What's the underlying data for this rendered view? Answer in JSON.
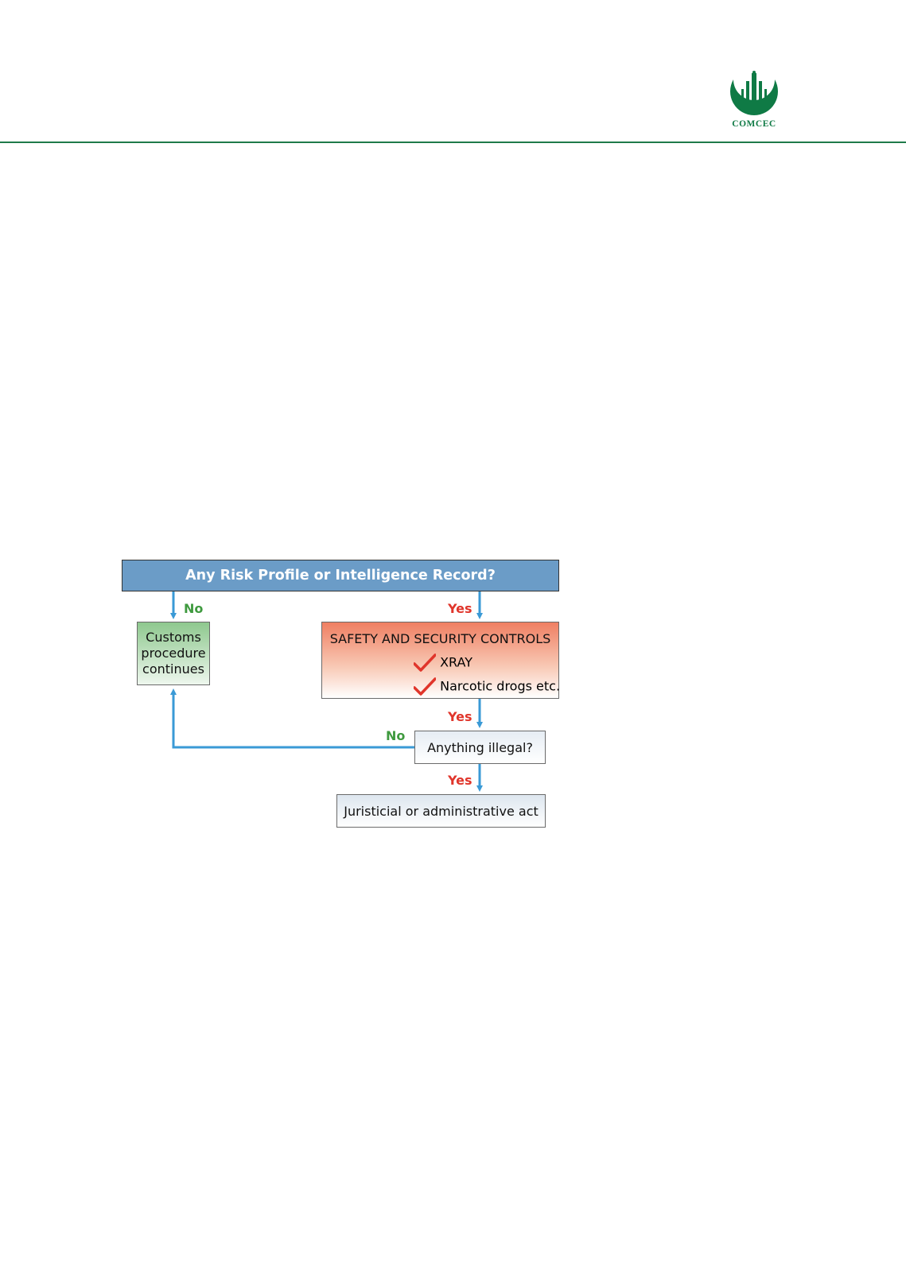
{
  "logo": {
    "text": "COMCEC",
    "brand_color": "#0f7a45"
  },
  "colors": {
    "rule": "#1f7a4a",
    "header_fill": "#6b9cc7",
    "arrow": "#3a9ad6",
    "no_label": "#3f9a3f",
    "yes_label": "#e0352b",
    "check": "#e0352b"
  },
  "diagram": {
    "nodes": {
      "start": {
        "text": "Any Risk Profile or Intelligence Record?"
      },
      "customs": {
        "lines": [
          "Customs",
          "procedure",
          "continues"
        ]
      },
      "safety": {
        "title": "SAFETY AND SECURITY CONTROLS",
        "items": [
          "XRAY",
          "Narcotic drogs etc."
        ]
      },
      "illegal": {
        "text": "Anything illegal?"
      },
      "act": {
        "text": "Juristicial or administrative act"
      }
    },
    "edges": [
      {
        "from": "start",
        "to": "customs",
        "label": "No"
      },
      {
        "from": "start",
        "to": "safety",
        "label": "Yes"
      },
      {
        "from": "safety",
        "to": "illegal",
        "label": "Yes"
      },
      {
        "from": "illegal",
        "to": "customs",
        "label": "No"
      },
      {
        "from": "illegal",
        "to": "act",
        "label": "Yes"
      }
    ]
  }
}
